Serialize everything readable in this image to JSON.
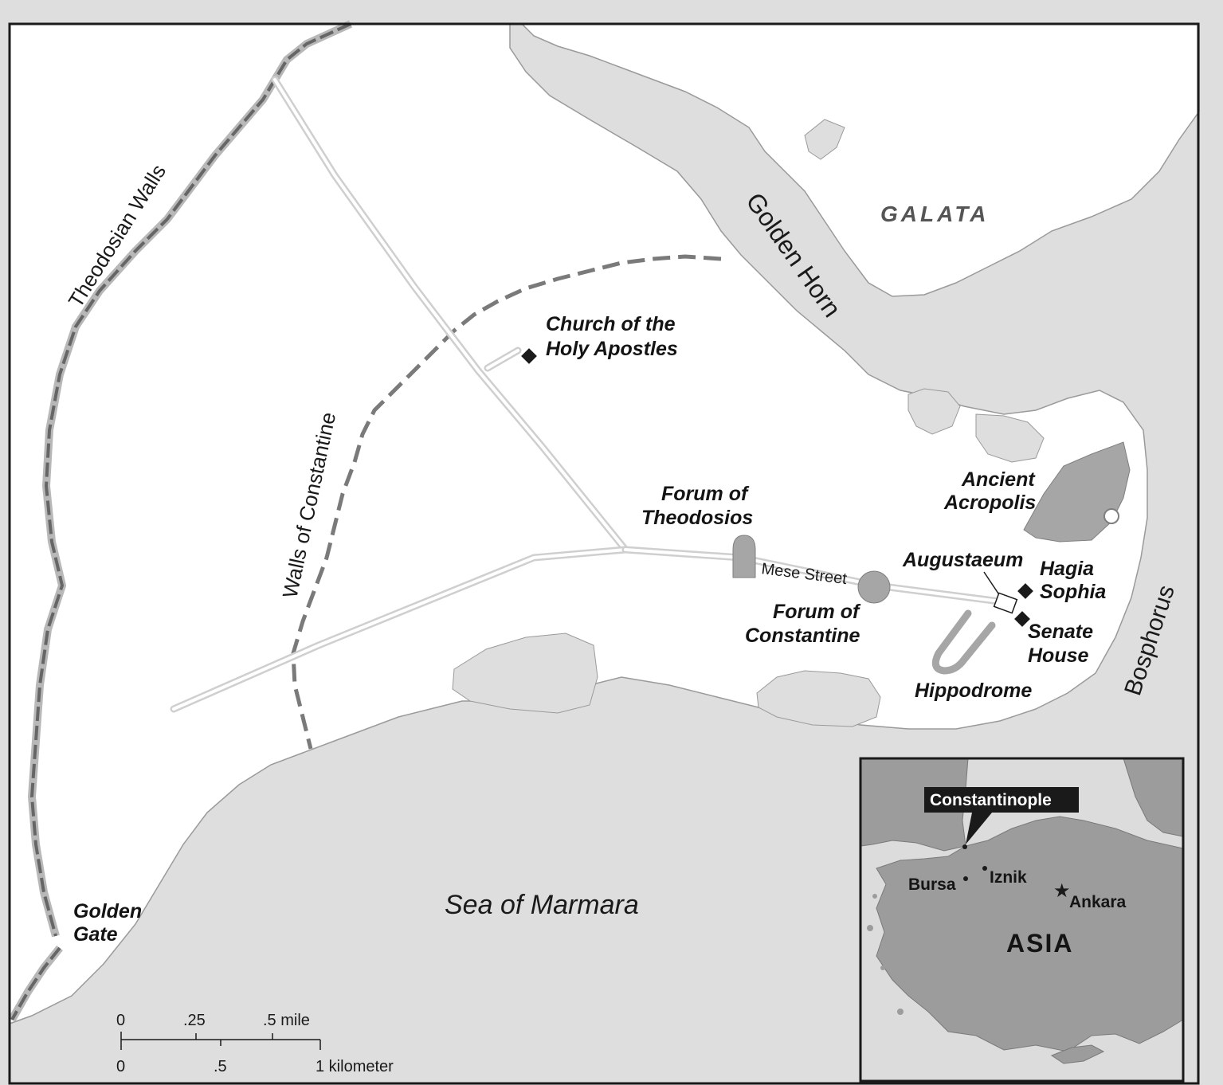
{
  "map": {
    "labels": {
      "theodosian_walls": "Theodosian Walls",
      "walls_of_constantine": "Walls of Constantine",
      "golden_horn": "Golden Horn",
      "galata": "GALATA",
      "church_line1": "Church of the",
      "church_line2": "Holy Apostles",
      "forum_theodosios_line1": "Forum of",
      "forum_theodosios_line2": "Theodosios",
      "mese_street": "Mese Street",
      "forum_constantine_line1": "Forum of",
      "forum_constantine_line2": "Constantine",
      "augustaeum": "Augustaeum",
      "ancient_acropolis_line1": "Ancient",
      "ancient_acropolis_line2": "Acropolis",
      "hagia_sophia_line1": "Hagia",
      "hagia_sophia_line2": "Sophia",
      "senate_house_line1": "Senate",
      "senate_house_line2": "House",
      "hippodrome": "Hippodrome",
      "bosphorus": "Bosphorus",
      "sea_of_marmara": "Sea of Marmara",
      "golden_gate_line1": "Golden",
      "golden_gate_line2": "Gate"
    },
    "scale_bar": {
      "mile_ticks": [
        "0",
        ".25",
        ".5 mile"
      ],
      "km_ticks": [
        "0",
        ".5",
        "1 kilometer"
      ]
    },
    "inset": {
      "constantinople": "Constantinople",
      "bursa": "Bursa",
      "iznik": "Iznik",
      "ankara": "Ankara",
      "asia": "ASIA"
    },
    "colors": {
      "water": "#dedede",
      "land": "#ffffff",
      "wall_dash": "#7a7a7a",
      "feature": "#a6a6a6",
      "marker": "#1a1a1a",
      "inset_land": "#9c9c9c",
      "inset_water": "#dcdcdc"
    }
  }
}
